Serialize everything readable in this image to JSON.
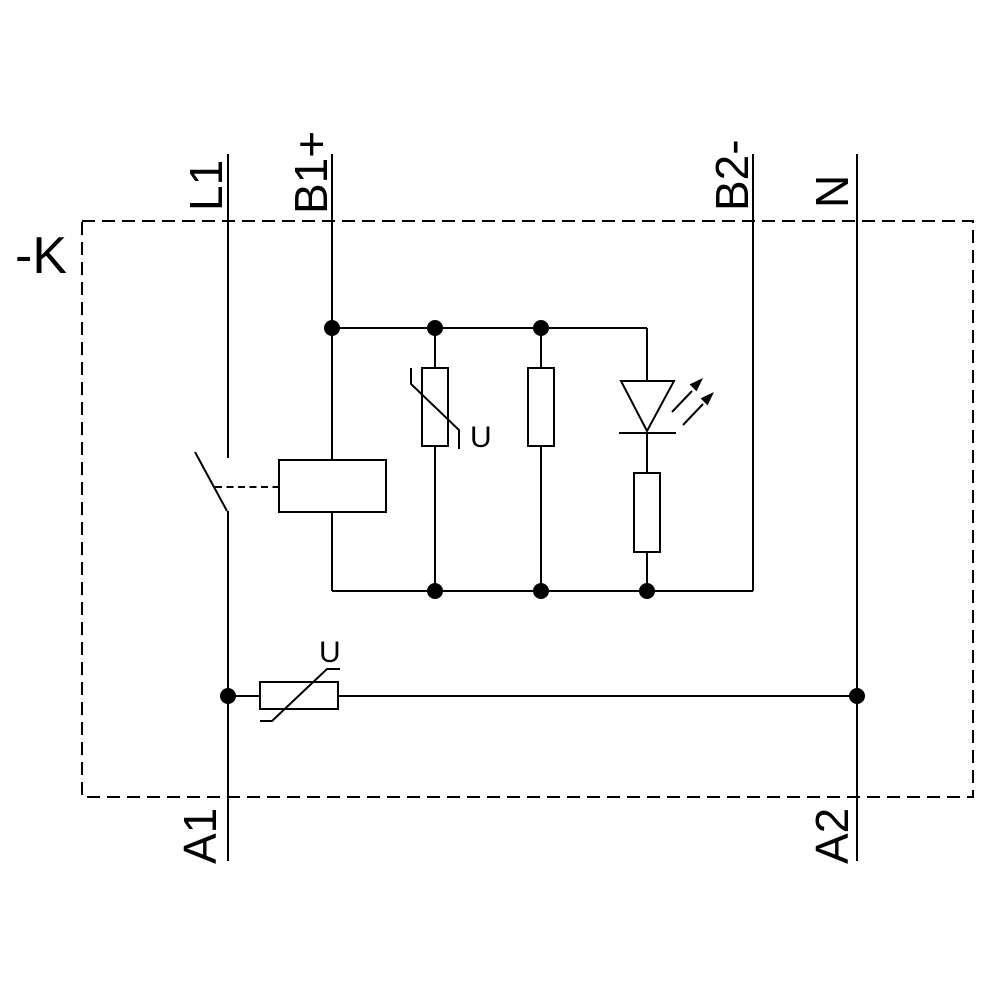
{
  "diagram": {
    "type": "circuit-schematic",
    "device": {
      "designator": "-K"
    },
    "terminals": {
      "top": [
        {
          "id": "l1",
          "label": "L1"
        },
        {
          "id": "b1",
          "label": "B1+"
        },
        {
          "id": "b2",
          "label": "B2-"
        },
        {
          "id": "n",
          "label": "N"
        }
      ],
      "bottom": [
        {
          "id": "a1",
          "label": "A1"
        },
        {
          "id": "a2",
          "label": "A2"
        }
      ]
    },
    "annotations": {
      "suppressor_varistor_label": "U",
      "input_varistor_label": "U"
    },
    "components": [
      {
        "name": "normally-open-contact"
      },
      {
        "name": "relay-coil"
      },
      {
        "name": "varistor-suppressor"
      },
      {
        "name": "resistor"
      },
      {
        "name": "led-indicator"
      },
      {
        "name": "led-series-resistor"
      },
      {
        "name": "input-varistor"
      }
    ],
    "colors": {
      "line": "#000000",
      "background": "#ffffff"
    }
  }
}
